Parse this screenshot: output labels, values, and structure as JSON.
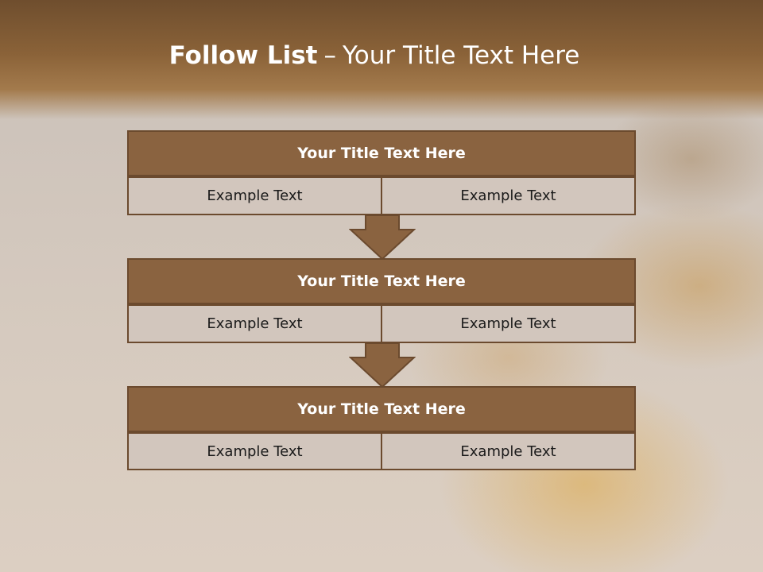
{
  "slide": {
    "title_bold": "Follow List",
    "title_separator": "–",
    "title_rest": "Your Title Text Here"
  },
  "steps": [
    {
      "title": "Your Title Text Here",
      "left_text": "Example Text",
      "right_text": "Example Text"
    },
    {
      "title": "Your Title Text Here",
      "left_text": "Example Text",
      "right_text": "Example Text"
    },
    {
      "title": "Your Title Text Here",
      "left_text": "Example Text",
      "right_text": "Example Text"
    }
  ],
  "colors": {
    "header_fill": "#8a6340",
    "cell_fill": "#d2c6bd",
    "border": "#6b4a2e",
    "arrow_fill": "#8a6340"
  },
  "icons": {
    "connector": "down-arrow-icon"
  }
}
